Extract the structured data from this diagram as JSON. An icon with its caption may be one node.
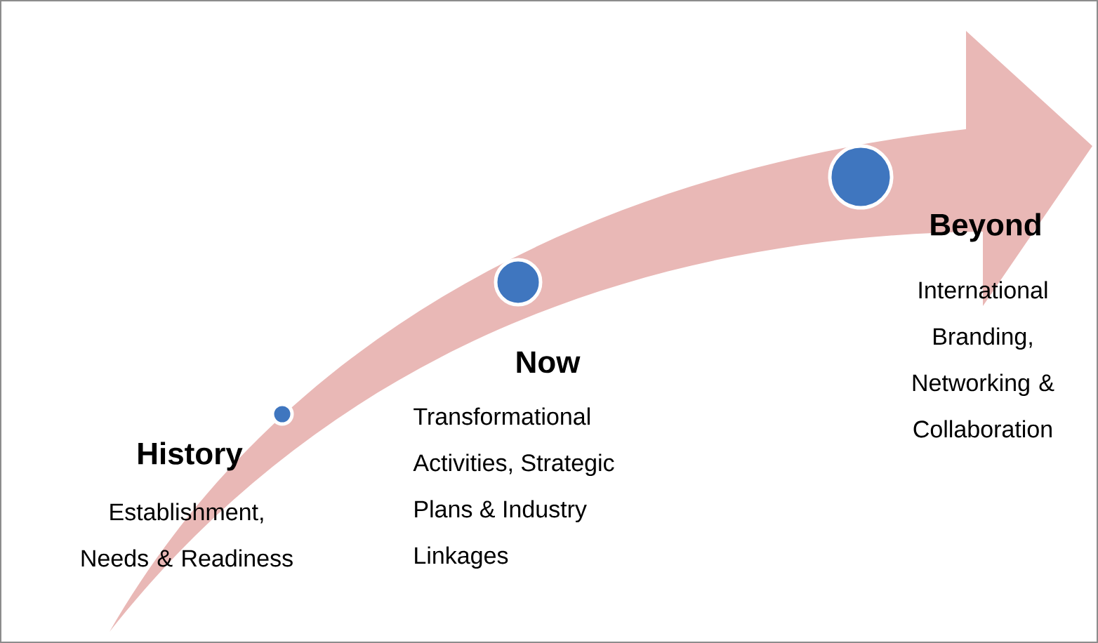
{
  "diagram": {
    "nodes": [
      {
        "text": [],
        "shape": "circle",
        "beside": [
          "History",
          "Establishment, Needs & Readiness"
        ]
      },
      {
        "text": [],
        "shape": "circle",
        "beside": [
          "Now",
          "Transformational Activities, Strategic Plans & Industry Linkages"
        ]
      },
      {
        "text": [],
        "shape": "circle",
        "beside": [
          "Beyond",
          "International Branding, Networking & Collaboration"
        ]
      }
    ]
  }
}
